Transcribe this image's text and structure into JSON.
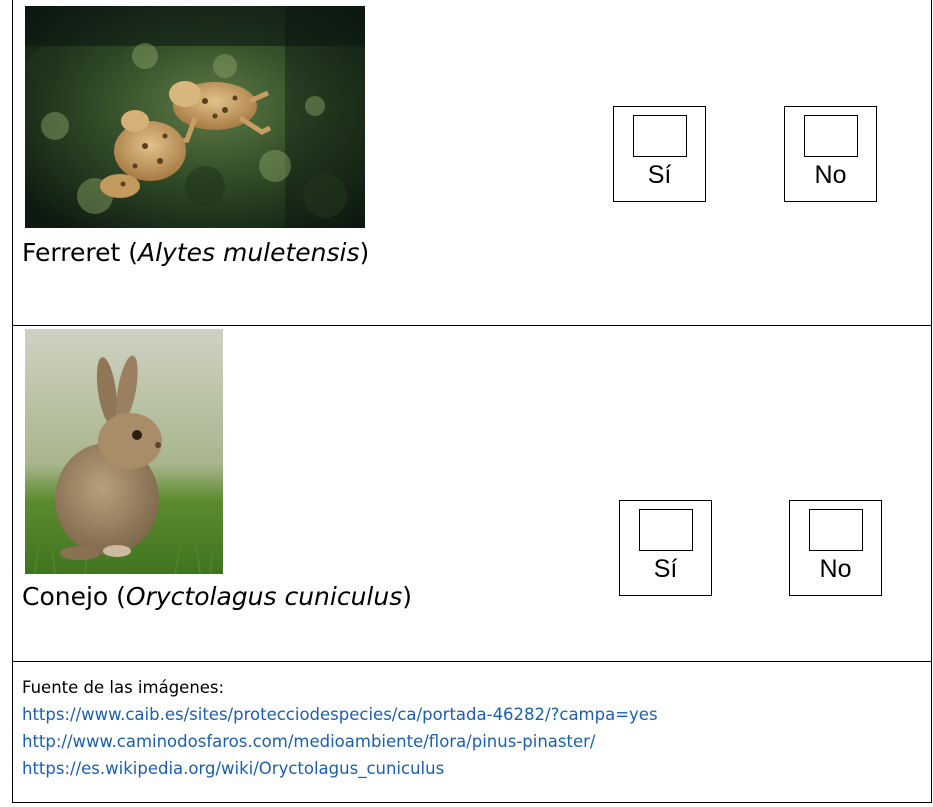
{
  "rows": [
    {
      "name_common": "Ferreret",
      "name_scientific": "Alytes muletensis",
      "yes_label": "Sí",
      "no_label": "No"
    },
    {
      "name_common": "Conejo",
      "name_scientific": "Oryctolagus cuniculus",
      "yes_label": "Sí",
      "no_label": "No"
    }
  ],
  "sources": {
    "heading": "Fuente de las imágenes:",
    "links": [
      "https://www.caib.es/sites/protecciodespecies/ca/portada-46282/?campa=yes",
      "http://www.caminodosfaros.com/medioambiente/flora/pinus-pinaster/",
      "https://es.wikipedia.org/wiki/Oryctolagus_cuniculus"
    ]
  },
  "colors": {
    "link": "#1a5fb4",
    "border": "#000000"
  }
}
